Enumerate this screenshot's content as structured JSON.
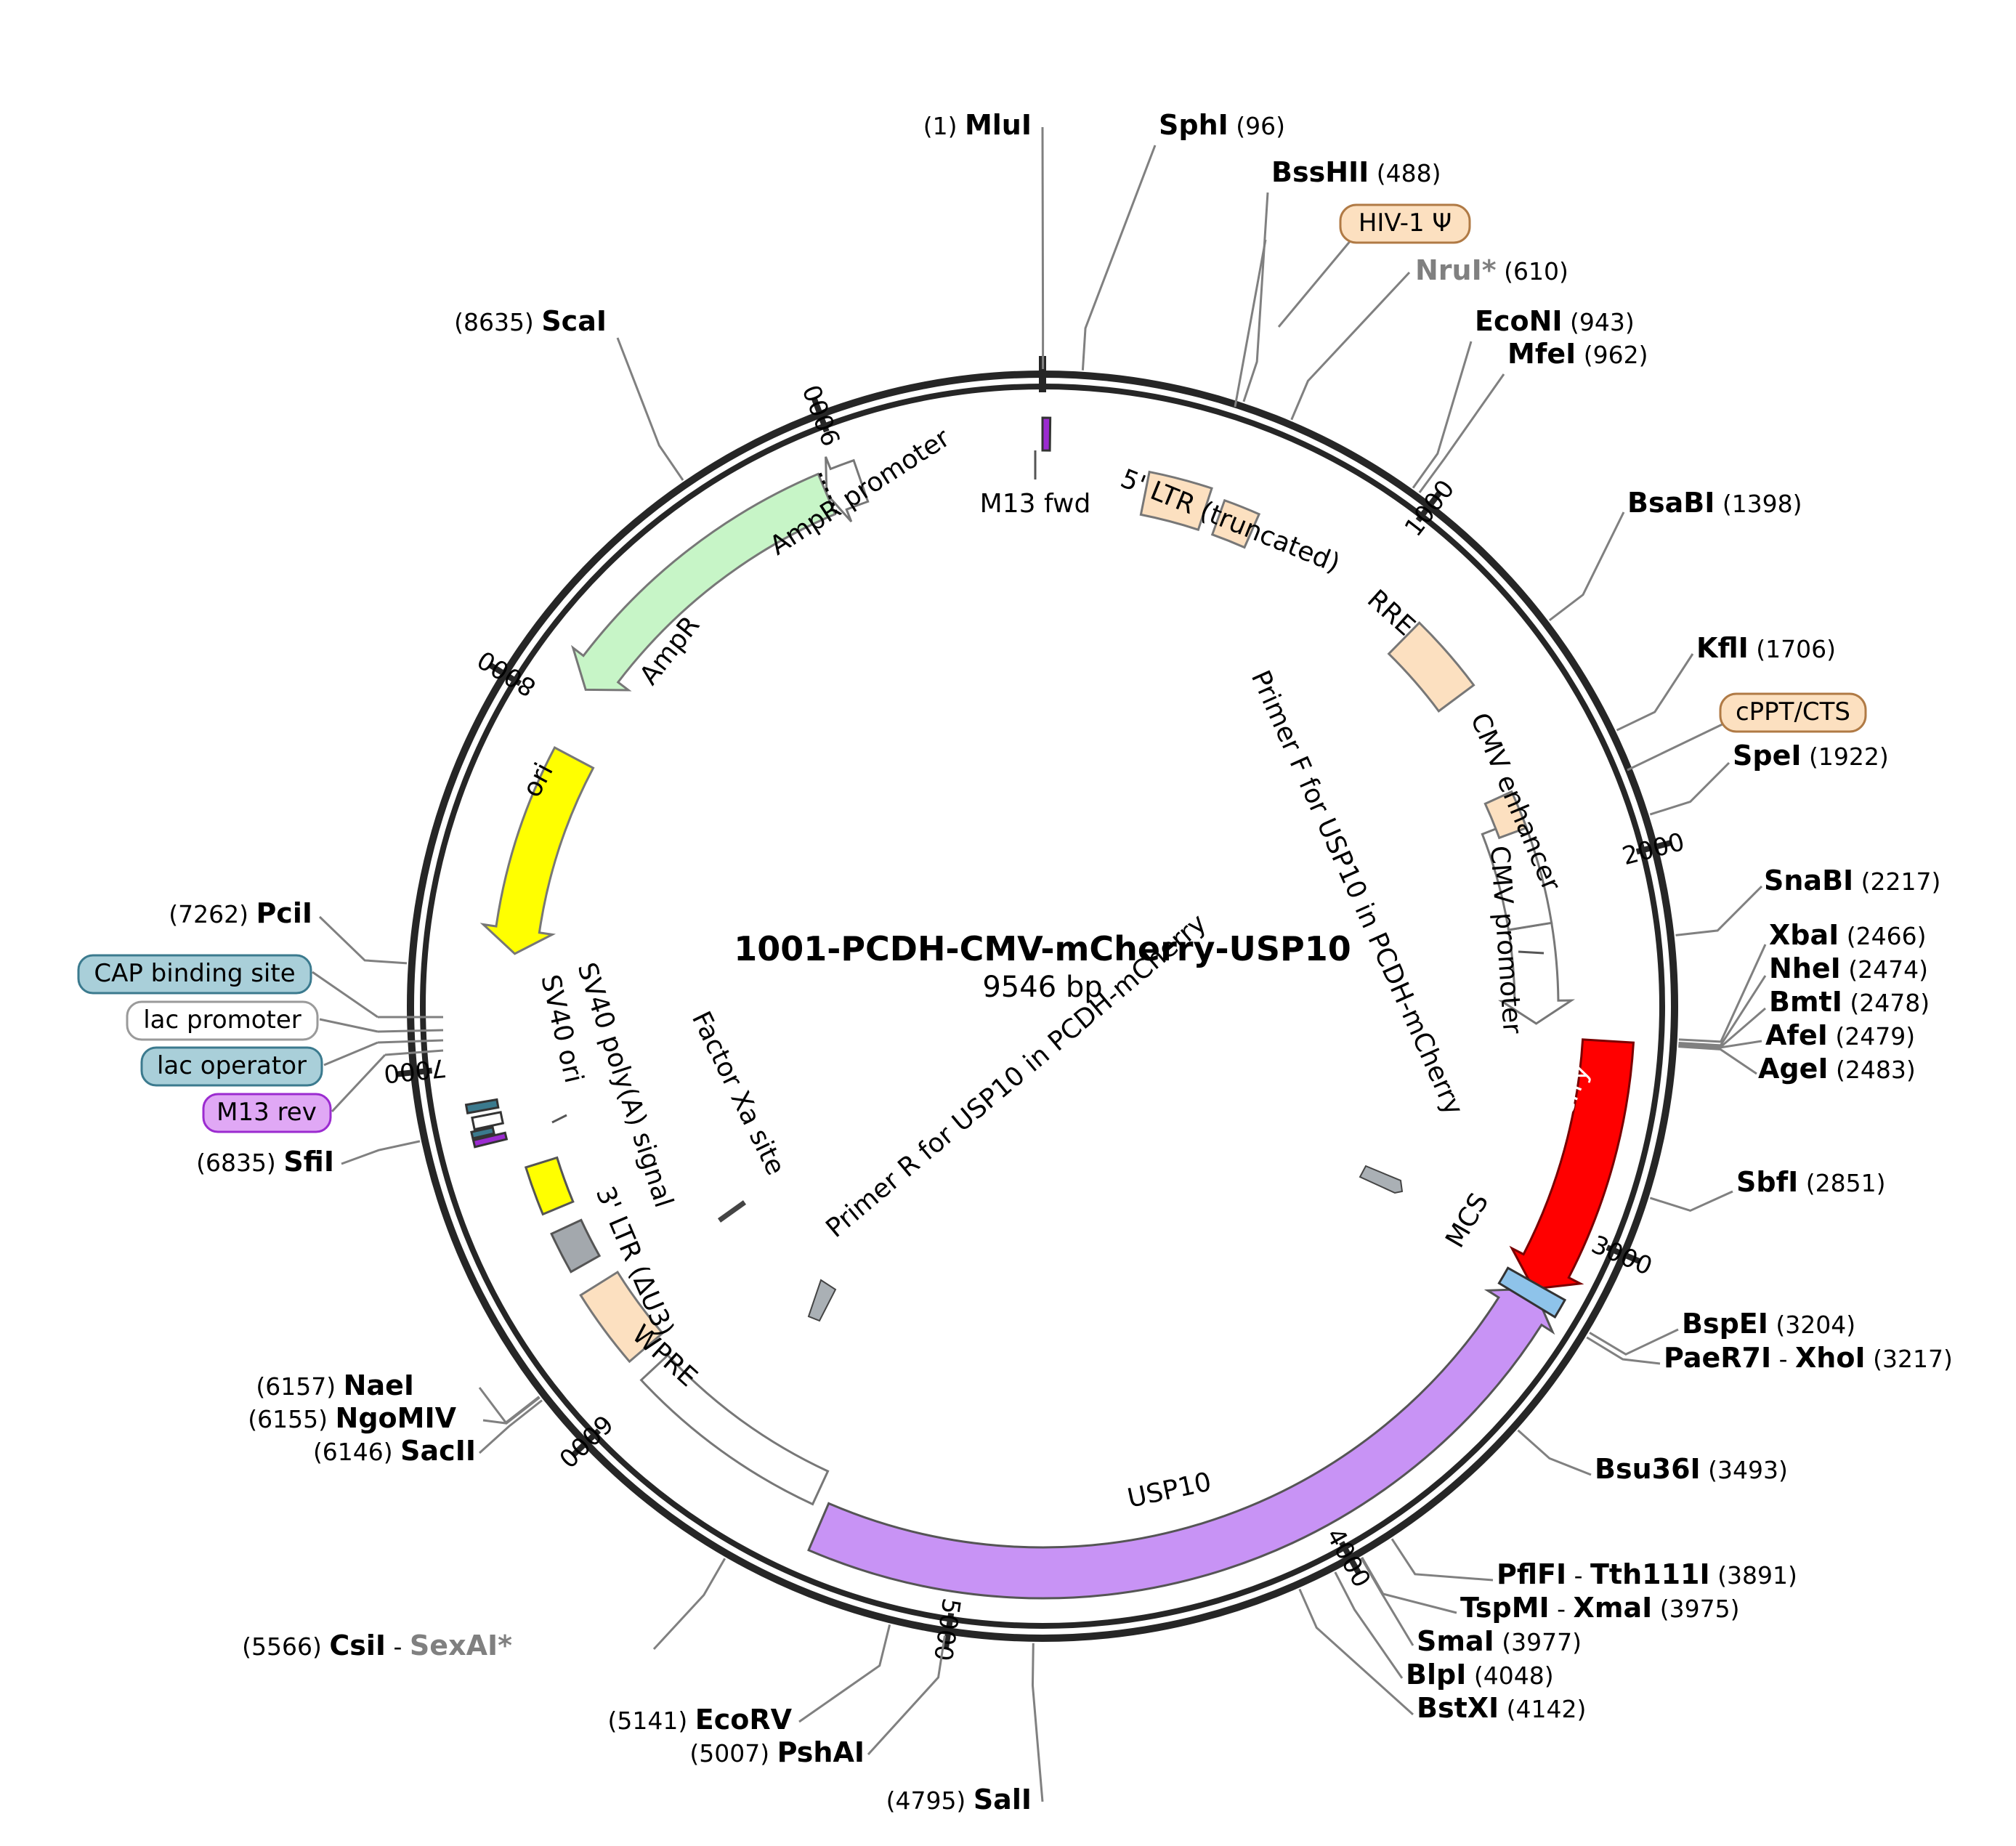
{
  "plasmid": {
    "name": "1001-PCDH-CMV-mCherry-USP10",
    "size_label": "9546 bp",
    "length": 9546
  },
  "ticks": [
    {
      "pos": 1000,
      "label": "1000"
    },
    {
      "pos": 2000,
      "label": "2000"
    },
    {
      "pos": 3000,
      "label": "3000"
    },
    {
      "pos": 4000,
      "label": "4000"
    },
    {
      "pos": 5000,
      "label": "5000"
    },
    {
      "pos": 6000,
      "label": "6000"
    },
    {
      "pos": 7000,
      "label": "7000"
    },
    {
      "pos": 8000,
      "label": "8000"
    },
    {
      "pos": 9000,
      "label": "9000"
    }
  ],
  "sites": [
    {
      "id": "mlui",
      "name": "MluI",
      "pos_label": "(1)",
      "pos": 1,
      "side": "left",
      "color": "#000000"
    },
    {
      "id": "sphi",
      "name": "SphI",
      "pos_label": "(96)",
      "pos": 96,
      "side": "right",
      "color": "#000000"
    },
    {
      "id": "bsshii",
      "name": "BssHII",
      "pos_label": "(488)",
      "pos": 488,
      "side": "right",
      "color": "#000000"
    },
    {
      "id": "nrui",
      "name": "NruI*",
      "pos_label": "(610)",
      "pos": 610,
      "side": "right",
      "color": "#808080"
    },
    {
      "id": "econi",
      "name": "EcoNI",
      "pos_label": "(943)",
      "pos": 943,
      "side": "right",
      "color": "#000000"
    },
    {
      "id": "mfei",
      "name": "MfeI",
      "pos_label": "(962)",
      "pos": 962,
      "side": "right",
      "color": "#000000"
    },
    {
      "id": "bsabi",
      "name": "BsaBI",
      "pos_label": "(1398)",
      "pos": 1398,
      "side": "right",
      "color": "#000000"
    },
    {
      "id": "kfli",
      "name": "KflI",
      "pos_label": "(1706)",
      "pos": 1706,
      "side": "right",
      "color": "#000000"
    },
    {
      "id": "spei",
      "name": "SpeI",
      "pos_label": "(1922)",
      "pos": 1922,
      "side": "right",
      "color": "#000000"
    },
    {
      "id": "snabi",
      "name": "SnaBI",
      "pos_label": "(2217)",
      "pos": 2217,
      "side": "right",
      "color": "#000000"
    },
    {
      "id": "xbai",
      "name": "XbaI",
      "pos_label": "(2466)",
      "pos": 2466,
      "side": "right",
      "color": "#000000"
    },
    {
      "id": "nhei",
      "name": "NheI",
      "pos_label": "(2474)",
      "pos": 2474,
      "side": "right",
      "color": "#000000"
    },
    {
      "id": "bmti",
      "name": "BmtI",
      "pos_label": "(2478)",
      "pos": 2478,
      "side": "right",
      "color": "#000000"
    },
    {
      "id": "afei",
      "name": "AfeI",
      "pos_label": "(2479)",
      "pos": 2479,
      "side": "right",
      "color": "#000000"
    },
    {
      "id": "agei",
      "name": "AgeI",
      "pos_label": "(2483)",
      "pos": 2483,
      "side": "right",
      "color": "#000000"
    },
    {
      "id": "sbfi",
      "name": "SbfI",
      "pos_label": "(2851)",
      "pos": 2851,
      "side": "right",
      "color": "#000000"
    },
    {
      "id": "bspei",
      "name": "BspEI",
      "pos_label": "(3204)",
      "pos": 3204,
      "side": "right",
      "color": "#000000"
    },
    {
      "id": "paer7i",
      "name": "PaeR7I",
      "name2": "XhoI",
      "pos_label": "(3217)",
      "pos": 3217,
      "side": "right",
      "color": "#000000"
    },
    {
      "id": "bsu36i",
      "name": "Bsu36I",
      "pos_label": "(3493)",
      "pos": 3493,
      "side": "right",
      "color": "#000000"
    },
    {
      "id": "pflfi",
      "name": "PflFI",
      "name2": "Tth111I",
      "pos_label": "(3891)",
      "pos": 3891,
      "side": "right",
      "color": "#000000"
    },
    {
      "id": "tspmi",
      "name": "TspMI",
      "name2": "XmaI",
      "pos_label": "(3975)",
      "pos": 3975,
      "side": "right",
      "color": "#000000"
    },
    {
      "id": "smai",
      "name": "SmaI",
      "pos_label": "(3977)",
      "pos": 3977,
      "side": "right",
      "color": "#000000"
    },
    {
      "id": "blpi",
      "name": "BlpI",
      "pos_label": "(4048)",
      "pos": 4048,
      "side": "right",
      "color": "#000000"
    },
    {
      "id": "bstxi",
      "name": "BstXI",
      "pos_label": "(4142)",
      "pos": 4142,
      "side": "right",
      "color": "#000000"
    },
    {
      "id": "sali",
      "name": "SalI",
      "pos_label": "(4795)",
      "pos": 4795,
      "side": "left",
      "color": "#000000"
    },
    {
      "id": "pshai",
      "name": "PshAI",
      "pos_label": "(5007)",
      "pos": 5007,
      "side": "left",
      "color": "#000000"
    },
    {
      "id": "ecorv",
      "name": "EcoRV",
      "pos_label": "(5141)",
      "pos": 5141,
      "side": "left",
      "color": "#000000"
    },
    {
      "id": "csii",
      "name": "CsiI",
      "name2": "SexAI*",
      "name2_color": "#808080",
      "pos_label": "(5566)",
      "pos": 5566,
      "side": "left",
      "color": "#000000"
    },
    {
      "id": "sacii",
      "name": "SacII",
      "pos_label": "(6146)",
      "pos": 6146,
      "side": "left",
      "color": "#000000"
    },
    {
      "id": "ngomiv",
      "name": "NgoMIV",
      "pos_label": "(6155)",
      "pos": 6155,
      "side": "left",
      "color": "#000000"
    },
    {
      "id": "naei",
      "name": "NaeI",
      "pos_label": "(6157)",
      "pos": 6157,
      "side": "left",
      "color": "#000000"
    },
    {
      "id": "sfii",
      "name": "SfiI",
      "pos_label": "(6835)",
      "pos": 6835,
      "side": "left",
      "color": "#000000"
    },
    {
      "id": "pcii",
      "name": "PciI",
      "pos_label": "(7262)",
      "pos": 7262,
      "side": "left",
      "color": "#000000"
    },
    {
      "id": "scai",
      "name": "ScaI",
      "pos_label": "(8635)",
      "pos": 8635,
      "side": "left",
      "color": "#000000"
    }
  ],
  "outer_feature_labels": [
    {
      "id": "hiv",
      "label": "HIV-1 Ψ",
      "fill": "#fce0c0",
      "stroke": "#b07a45"
    },
    {
      "id": "cppt",
      "label": "cPPT/CTS",
      "fill": "#fce0c0",
      "stroke": "#b07a45"
    },
    {
      "id": "cap",
      "label": "CAP binding site",
      "fill": "#a9cfd9",
      "stroke": "#3b7a8e"
    },
    {
      "id": "lacp",
      "label": "lac promoter",
      "fill": "#ffffff",
      "stroke": "#9a9a9a"
    },
    {
      "id": "laco",
      "label": "lac operator",
      "fill": "#a9cfd9",
      "stroke": "#3b7a8e"
    },
    {
      "id": "m13rev",
      "label": "M13 rev",
      "fill": "#e0a8f5",
      "stroke": "#9b2bd0"
    }
  ],
  "features": [
    {
      "id": "usp10",
      "label": "USP10",
      "start": 3180,
      "end": 5390,
      "dir": "rev",
      "shape": "arrow",
      "fill": "#c893f5",
      "stroke": "#555555",
      "text_color": "#000000"
    },
    {
      "id": "mcherry",
      "label": "mCherry",
      "start": 2480,
      "end": 3180,
      "dir": "fwd",
      "shape": "arrow",
      "fill": "#ff0000",
      "stroke": "#7a0000",
      "text_color": "#ffffff"
    },
    {
      "id": "mcs",
      "label": "MCS",
      "start": 3165,
      "end": 3215,
      "dir": "none",
      "shape": "box",
      "fill": "#8ec3ea",
      "stroke": "#333333",
      "text_color": "#000000"
    },
    {
      "id": "cmvprom",
      "label": "CMV promoter",
      "start": 2140,
      "end": 2440,
      "dir": "fwd",
      "shape": "arrow",
      "fill": "#ffffff",
      "stroke": "#777777",
      "text_color": "#000000"
    },
    {
      "id": "cmvenh",
      "label": "CMV enhancer",
      "start": 1820,
      "end": 2140,
      "dir": "none",
      "shape": "box",
      "fill": "#ffffff",
      "stroke": "#777777",
      "text_color": "#000000"
    },
    {
      "id": "cpptbox",
      "label": "",
      "start": 1735,
      "end": 1850,
      "dir": "none",
      "shape": "box",
      "fill": "#fce0c0",
      "stroke": "#777777",
      "text_color": "#000000"
    },
    {
      "id": "rre",
      "label": "RRE",
      "start": 1180,
      "end": 1414,
      "dir": "none",
      "shape": "box",
      "fill": "#fce0c0",
      "stroke": "#777777",
      "text_color": "#000000"
    },
    {
      "id": "ltr5a",
      "label": "5' LTR (truncated)",
      "start": 300,
      "end": 480,
      "dir": "none",
      "shape": "box",
      "fill": "#fce0c0",
      "stroke": "#777777",
      "text_color": "#000000"
    },
    {
      "id": "hivbox",
      "label": "",
      "start": 525,
      "end": 630,
      "dir": "none",
      "shape": "box",
      "fill": "#fce0c0",
      "stroke": "#777777",
      "text_color": "#000000"
    },
    {
      "id": "m13fwd",
      "label": "M13 fwd",
      "start": 9546,
      "end": 9566,
      "dir": "none",
      "shape": "box",
      "fill": "#9b2bd0",
      "stroke": "#333333",
      "text_color": "#000000"
    },
    {
      "id": "wpre",
      "label": "WPRE",
      "start": 5430,
      "end": 6020,
      "dir": "none",
      "shape": "box",
      "fill": "#ffffff",
      "stroke": "#777777",
      "text_color": "#000000"
    },
    {
      "id": "ltr3",
      "label": "3' LTR (ΔU3)",
      "start": 6080,
      "end": 6310,
      "dir": "none",
      "shape": "box",
      "fill": "#fce0c0",
      "stroke": "#777777",
      "text_color": "#000000"
    },
    {
      "id": "sv40pa",
      "label": "SV40 poly(A) signal",
      "start": 6380,
      "end": 6500,
      "dir": "none",
      "shape": "box",
      "fill": "#a3a8ad",
      "stroke": "#555555",
      "text_color": "#000000"
    },
    {
      "id": "sv40ori",
      "label": "SV40 ori",
      "start": 6560,
      "end": 6700,
      "dir": "none",
      "shape": "box",
      "fill": "#ffff00",
      "stroke": "#555555",
      "text_color": "#000000"
    },
    {
      "id": "m13revbox",
      "label": "",
      "start": 6790,
      "end": 6808,
      "dir": "none",
      "shape": "box",
      "fill": "#9b2bd0",
      "stroke": "#333333",
      "text_color": "#000000"
    },
    {
      "id": "lacobox",
      "label": "",
      "start": 6813,
      "end": 6830,
      "dir": "none",
      "shape": "box",
      "fill": "#3b7a8e",
      "stroke": "#333333",
      "text_color": "#000000"
    },
    {
      "id": "lacpbox",
      "label": "",
      "start": 6835,
      "end": 6866,
      "dir": "none",
      "shape": "box",
      "fill": "#ffffff",
      "stroke": "#333333",
      "text_color": "#000000"
    },
    {
      "id": "capbox",
      "label": "",
      "start": 6880,
      "end": 6902,
      "dir": "none",
      "shape": "box",
      "fill": "#3b7a8e",
      "stroke": "#333333",
      "text_color": "#000000"
    },
    {
      "id": "ori",
      "label": "ori",
      "start": 7310,
      "end": 7900,
      "dir": "rev",
      "shape": "arrow",
      "fill": "#ffff00",
      "stroke": "#777777",
      "text_color": "#000000"
    },
    {
      "id": "ampr",
      "label": "AmpR",
      "start": 8080,
      "end": 8940,
      "dir": "rev",
      "shape": "arrow",
      "fill": "#c7f5c7",
      "stroke": "#777777",
      "text_color": "#000000"
    },
    {
      "id": "amprprom",
      "label": "AmpR promoter",
      "start": 8940,
      "end": 9040,
      "dir": "rev",
      "shape": "arrow",
      "fill": "#ffffff",
      "stroke": "#777777",
      "text_color": "#000000"
    }
  ],
  "inner_features": [
    {
      "id": "primerf",
      "label": "Primer F for USP10 in PCDH-mCherry",
      "pos": 2760
    },
    {
      "id": "primerr",
      "label": "Primer R for USP10 in PCDH-mCherry",
      "pos": 4700
    },
    {
      "id": "factorxa",
      "label": "Factor Xa site",
      "pos": 6050
    }
  ]
}
